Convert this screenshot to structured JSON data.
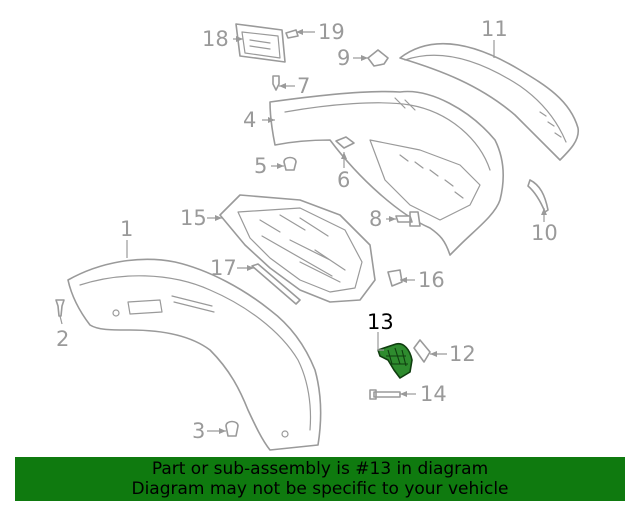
{
  "callouts": {
    "c1": "1",
    "c2": "2",
    "c3": "3",
    "c4": "4",
    "c5": "5",
    "c6": "6",
    "c7": "7",
    "c8": "8",
    "c9": "9",
    "c10": "10",
    "c11": "11",
    "c12": "12",
    "c13": "13",
    "c14": "14",
    "c15": "15",
    "c16": "16",
    "c17": "17",
    "c18": "18",
    "c19": "19"
  },
  "highlighted_part": "13",
  "colors": {
    "highlight_fill": "#2e8b2e",
    "banner_bg": "#0f7a0f",
    "line_gray": "#9a9a9a"
  },
  "banner": {
    "line1": "Part or sub-assembly is #13 in diagram",
    "line2": "Diagram may not be specific to your vehicle"
  }
}
